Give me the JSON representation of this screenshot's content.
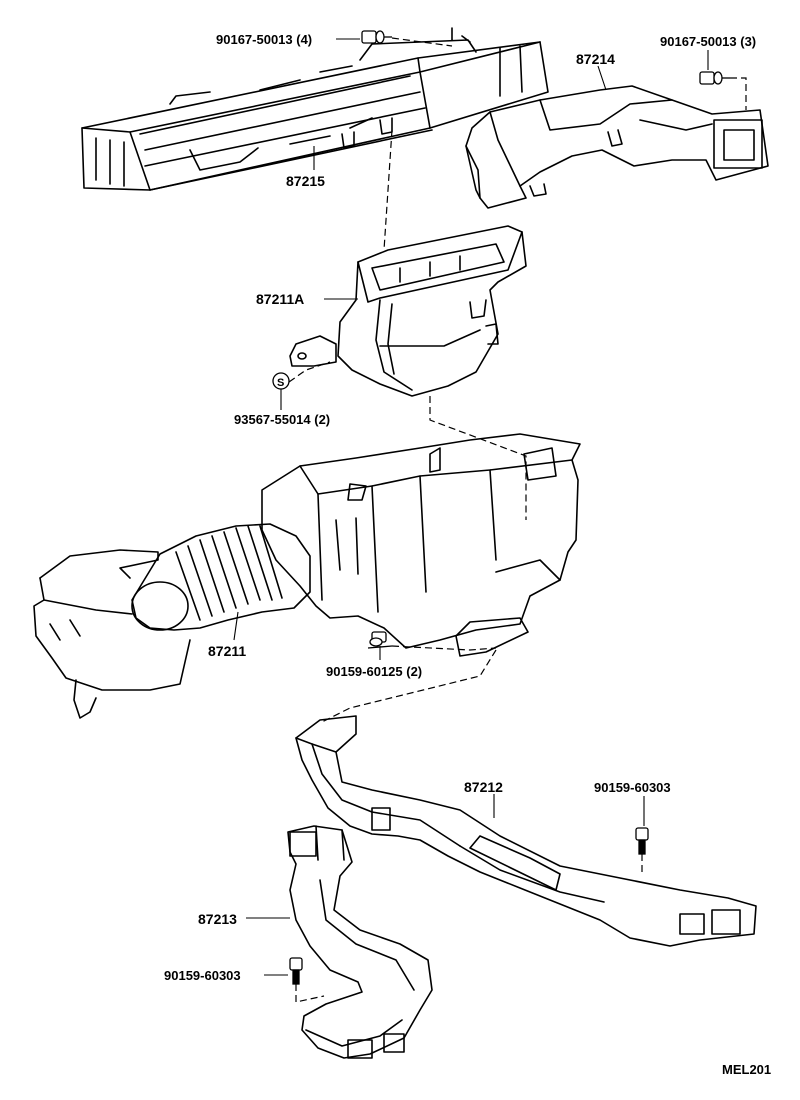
{
  "labels": {
    "bolt_top_left": "90167-50013 (4)",
    "bolt_top_right": "90167-50013 (3)",
    "duct_87214": "87214",
    "duct_87215": "87215",
    "duct_87211A": "87211A",
    "nut_93567": "93567-55014 (2)",
    "blower_87211": "87211",
    "screw_90159_60125": "90159-60125 (2)",
    "duct_87212": "87212",
    "bolt_90159_60303_right": "90159-60303",
    "duct_87213": "87213",
    "bolt_90159_60303_left": "90159-60303",
    "figure_code": "MEL201",
    "nut_symbol": "S"
  }
}
